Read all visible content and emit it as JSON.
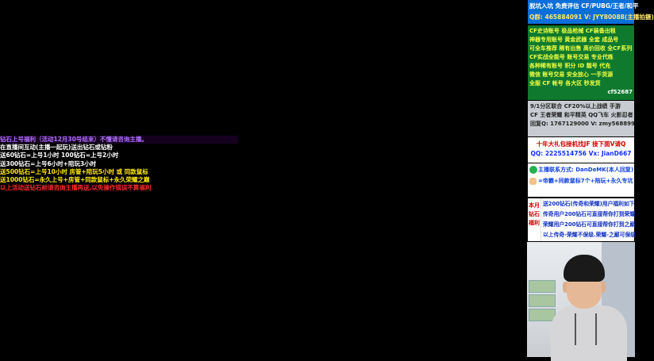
{
  "left_overlay": {
    "lines": [
      "钻石上号福利（活动12月30号结束）不懂请咨询主播。",
      "在直播间互动(主播一起玩)送出钻石或钻粉",
      "送60钻石=上号1小时 100钻石=上号2小时",
      "送300钻石=上号6小时+陪玩3小时",
      "送500钻石=上号10小时 房管+陪玩5小时 或 同款鼠标",
      "送1000钻石=永久上号+房管+同款鼠标+永久荣耀之巅",
      "以上活动送钻石前请咨询主播再送,以免操作错误不算福利"
    ]
  },
  "side_panel": {
    "promo": {
      "line1": "脱坑入坑 免费评估 CF/PUBG/王者/和平",
      "line2": "Q群: 465884091 V: JYY80088(主播拍摄)"
    },
    "green_box": {
      "lines": [
        "CF史诗账号 极品枪械 CF装备出租",
        "神器专用账号 黄金武器 全套 成品号",
        "可全车推荐 稀有出售 高价回收 全CF系列",
        "CF实战全能号 账号交易 专业代练",
        "各种稀有账号 积分 ID 靓号 代充",
        "微信 账号交易 安全放心 一手货源",
        "全服 CF 帐号 各大区 秒发货",
        "cf52687"
      ]
    },
    "gray_box": {
      "lines": [
        "9/1分区联合 CF20%以上战绩 手游",
        "CF 王者荣耀 和平精英 QQ飞车 火影忍者",
        "回复Q: 1767129000 V: zmy568899"
      ]
    },
    "red_box": {
      "line1": "十年大礼包接机找JF 接下面V请Q",
      "line2": "QQ: 2225514756 Vx: JianD667"
    },
    "contact_box": {
      "line1": "主播联系方式: DanDeMK(本人回复)",
      "line2": "=帝霸+同款鼠标7个+陪玩+永久专坑"
    },
    "welfare_box": {
      "side_label": "本月钻石福利",
      "lines": [
        "送200钻石(传奇和荣耀)用户福利如下",
        "传奇用户200钻石可直接帮你打到荣耀",
        "荣耀用户200钻石可直接帮你打到之巅",
        "以上传奇-荣耀不保级.荣耀-之巅可保级"
      ]
    }
  },
  "colors": {
    "background": "#000000",
    "overlay_purple": "#b070ff",
    "overlay_yellow": "#ffea00",
    "overlay_red": "#ff2a2a",
    "promo_blue": "#0a6fd8",
    "green_box": "#0f7a2e"
  }
}
